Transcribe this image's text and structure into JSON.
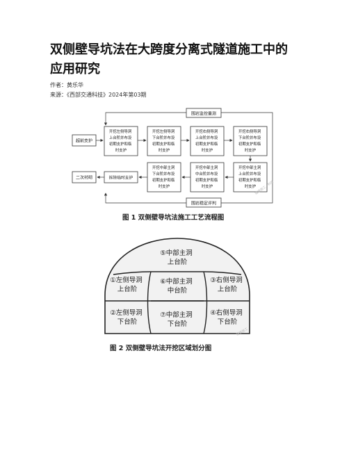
{
  "article": {
    "title_line1": "双侧壁导坑法在大跨度分离式隧道施工中的",
    "title_line2": "应用研究",
    "author_line": "作者：黄乐华",
    "source_line": "来源：《西部交通科技》2024年第03期"
  },
  "figure1": {
    "caption": "图 1   双侧壁导坑法施工工艺流程图",
    "top_label": "围岩监控量测",
    "bottom_label": "围岩稳定评判",
    "left_box": "超前支护",
    "row1": [
      [
        "开挖左侧导洞",
        "上台阶并布设",
        "初期支护和临",
        "时支护"
      ],
      [
        "开挖左侧导洞",
        "下台阶并布设",
        "初期支护和临",
        "时支护"
      ],
      [
        "开挖右侧导洞",
        "上台阶并布设",
        "初期支护和临",
        "时支护"
      ],
      [
        "开挖右侧导洞",
        "下台阶并布设",
        "初期支护和临",
        "时支护"
      ]
    ],
    "row2": [
      [
        "开挖中部主洞",
        "下台阶并布设",
        "初期支护和临",
        "时支护"
      ],
      [
        "开挖中部主洞",
        "中台阶并布设",
        "初期支护和临",
        "时支护"
      ],
      [
        "开挖中部主洞",
        "上台阶并布设",
        "初期支护和临",
        "时支护"
      ]
    ],
    "remove_box": "拆除临时支护",
    "second_lining": "二次衬砌",
    "watermark": "隧道施工 · 科技"
  },
  "figure2": {
    "caption": "图 2   双侧壁导坑法开挖区域划分图",
    "regions": {
      "r5_a": "⑤中部主洞",
      "r5_b": "上台阶",
      "r1_a": "①左侧导洞",
      "r1_b": "上台阶",
      "r6_a": "⑥中部主洞",
      "r6_b": "中台阶",
      "r3_a": "③右侧导洞",
      "r3_b": "上台阶",
      "r2_a": "②左侧导洞",
      "r2_b": "下台阶",
      "r7_a": "⑦中部主洞",
      "r7_b": "下台阶",
      "r4_a": "④右侧导洞",
      "r4_b": "下台阶"
    },
    "watermark": "隧道施工"
  }
}
